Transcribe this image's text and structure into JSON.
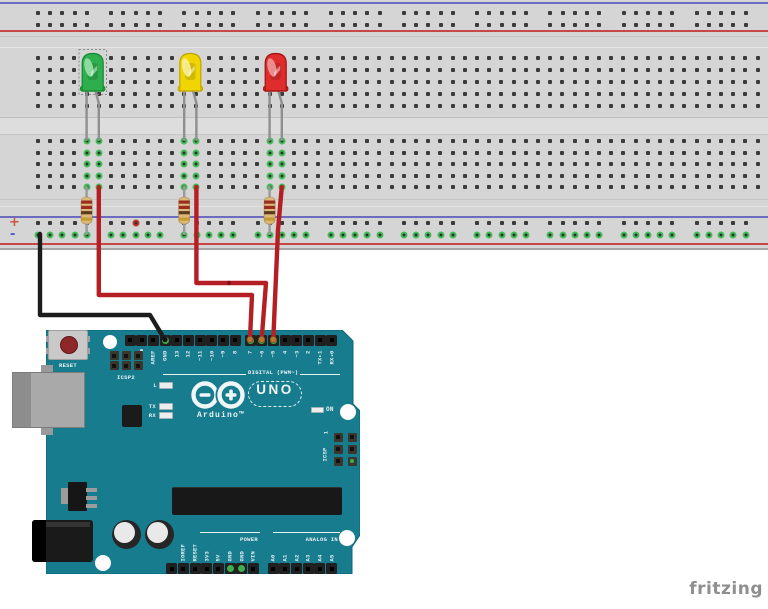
{
  "app": {
    "watermark_label": "fritzing"
  },
  "breadboard": {
    "name": "full-size breadboard",
    "bottom_rail_plus_label": "+",
    "bottom_rail_minus_label": "-",
    "colors": {
      "body": "#d5d5d5",
      "rail_red": "#c84848",
      "rail_blue": "#6b6bbf",
      "hole": "#3b3b3b",
      "highlight_green": "#44bd59",
      "highlight_red": "#c63326"
    },
    "marked_holes": {
      "red_hole": "bottom rail, row 1, cluster 2"
    }
  },
  "components": {
    "leds": [
      {
        "label": "green LED",
        "body": "#2fae4e",
        "edge": "#128a2e",
        "highlight": "#9ae0a8",
        "selected": true
      },
      {
        "label": "yellow LED",
        "body": "#f0d500",
        "edge": "#c0a400",
        "highlight": "#f8ee9a",
        "selected": false
      },
      {
        "label": "red LED",
        "body": "#df2c2c",
        "edge": "#a31212",
        "highlight": "#f09898",
        "selected": false
      }
    ],
    "resistors": {
      "count": 3,
      "body_color": "#dbb97b",
      "band_colors": [
        "#9e2b20",
        "#9e2b20",
        "#5e3a1d",
        "#c49a31"
      ],
      "lead_color": "#9a9a9a"
    },
    "wires": [
      {
        "label": "ground wire",
        "color": "#1c1c1c",
        "from": "breadboard ground rail",
        "to": "Arduino GND"
      },
      {
        "label": "green LED signal wire",
        "color": "#b51f24",
        "from": "green LED anode column",
        "to": "Arduino pin 7"
      },
      {
        "label": "yellow LED signal wire",
        "color": "#b51f24",
        "from": "yellow LED anode column",
        "to": "Arduino pin 6"
      },
      {
        "label": "red LED signal wire",
        "color": "#b51f24",
        "from": "red LED anode column",
        "to": "Arduino pin 5"
      }
    ]
  },
  "arduino": {
    "board_color": "#177c8e",
    "reset_label": "RESET",
    "icsp2_label": "ICSP2",
    "icsp_label": "ICSP",
    "icsp_pin1_label": "1",
    "led_l_label": "L",
    "led_tx_label": "TX",
    "led_rx_label": "RX",
    "on_label": "ON",
    "uno_label": "UNO",
    "brand_label": "Arduino™",
    "digital_section_label": "DIGITAL (PWM~)",
    "power_section_label": "POWER",
    "analog_section_label": "ANALOG IN",
    "digital_left_pins": [
      "",
      "",
      "AREF",
      "GND",
      "13",
      "12",
      "~11",
      "~10",
      "~9",
      "8"
    ],
    "digital_right_pins": [
      "7",
      "~6",
      "~5",
      "4",
      "~3",
      "2",
      "TX▸1",
      "RX◂0"
    ],
    "power_pins": [
      "",
      "IOREF",
      "RESET",
      "3V3",
      "5V",
      "GND",
      "GND",
      "VIN"
    ],
    "analog_pins": [
      "A0",
      "A1",
      "A2",
      "A3",
      "A4",
      "A5"
    ]
  }
}
